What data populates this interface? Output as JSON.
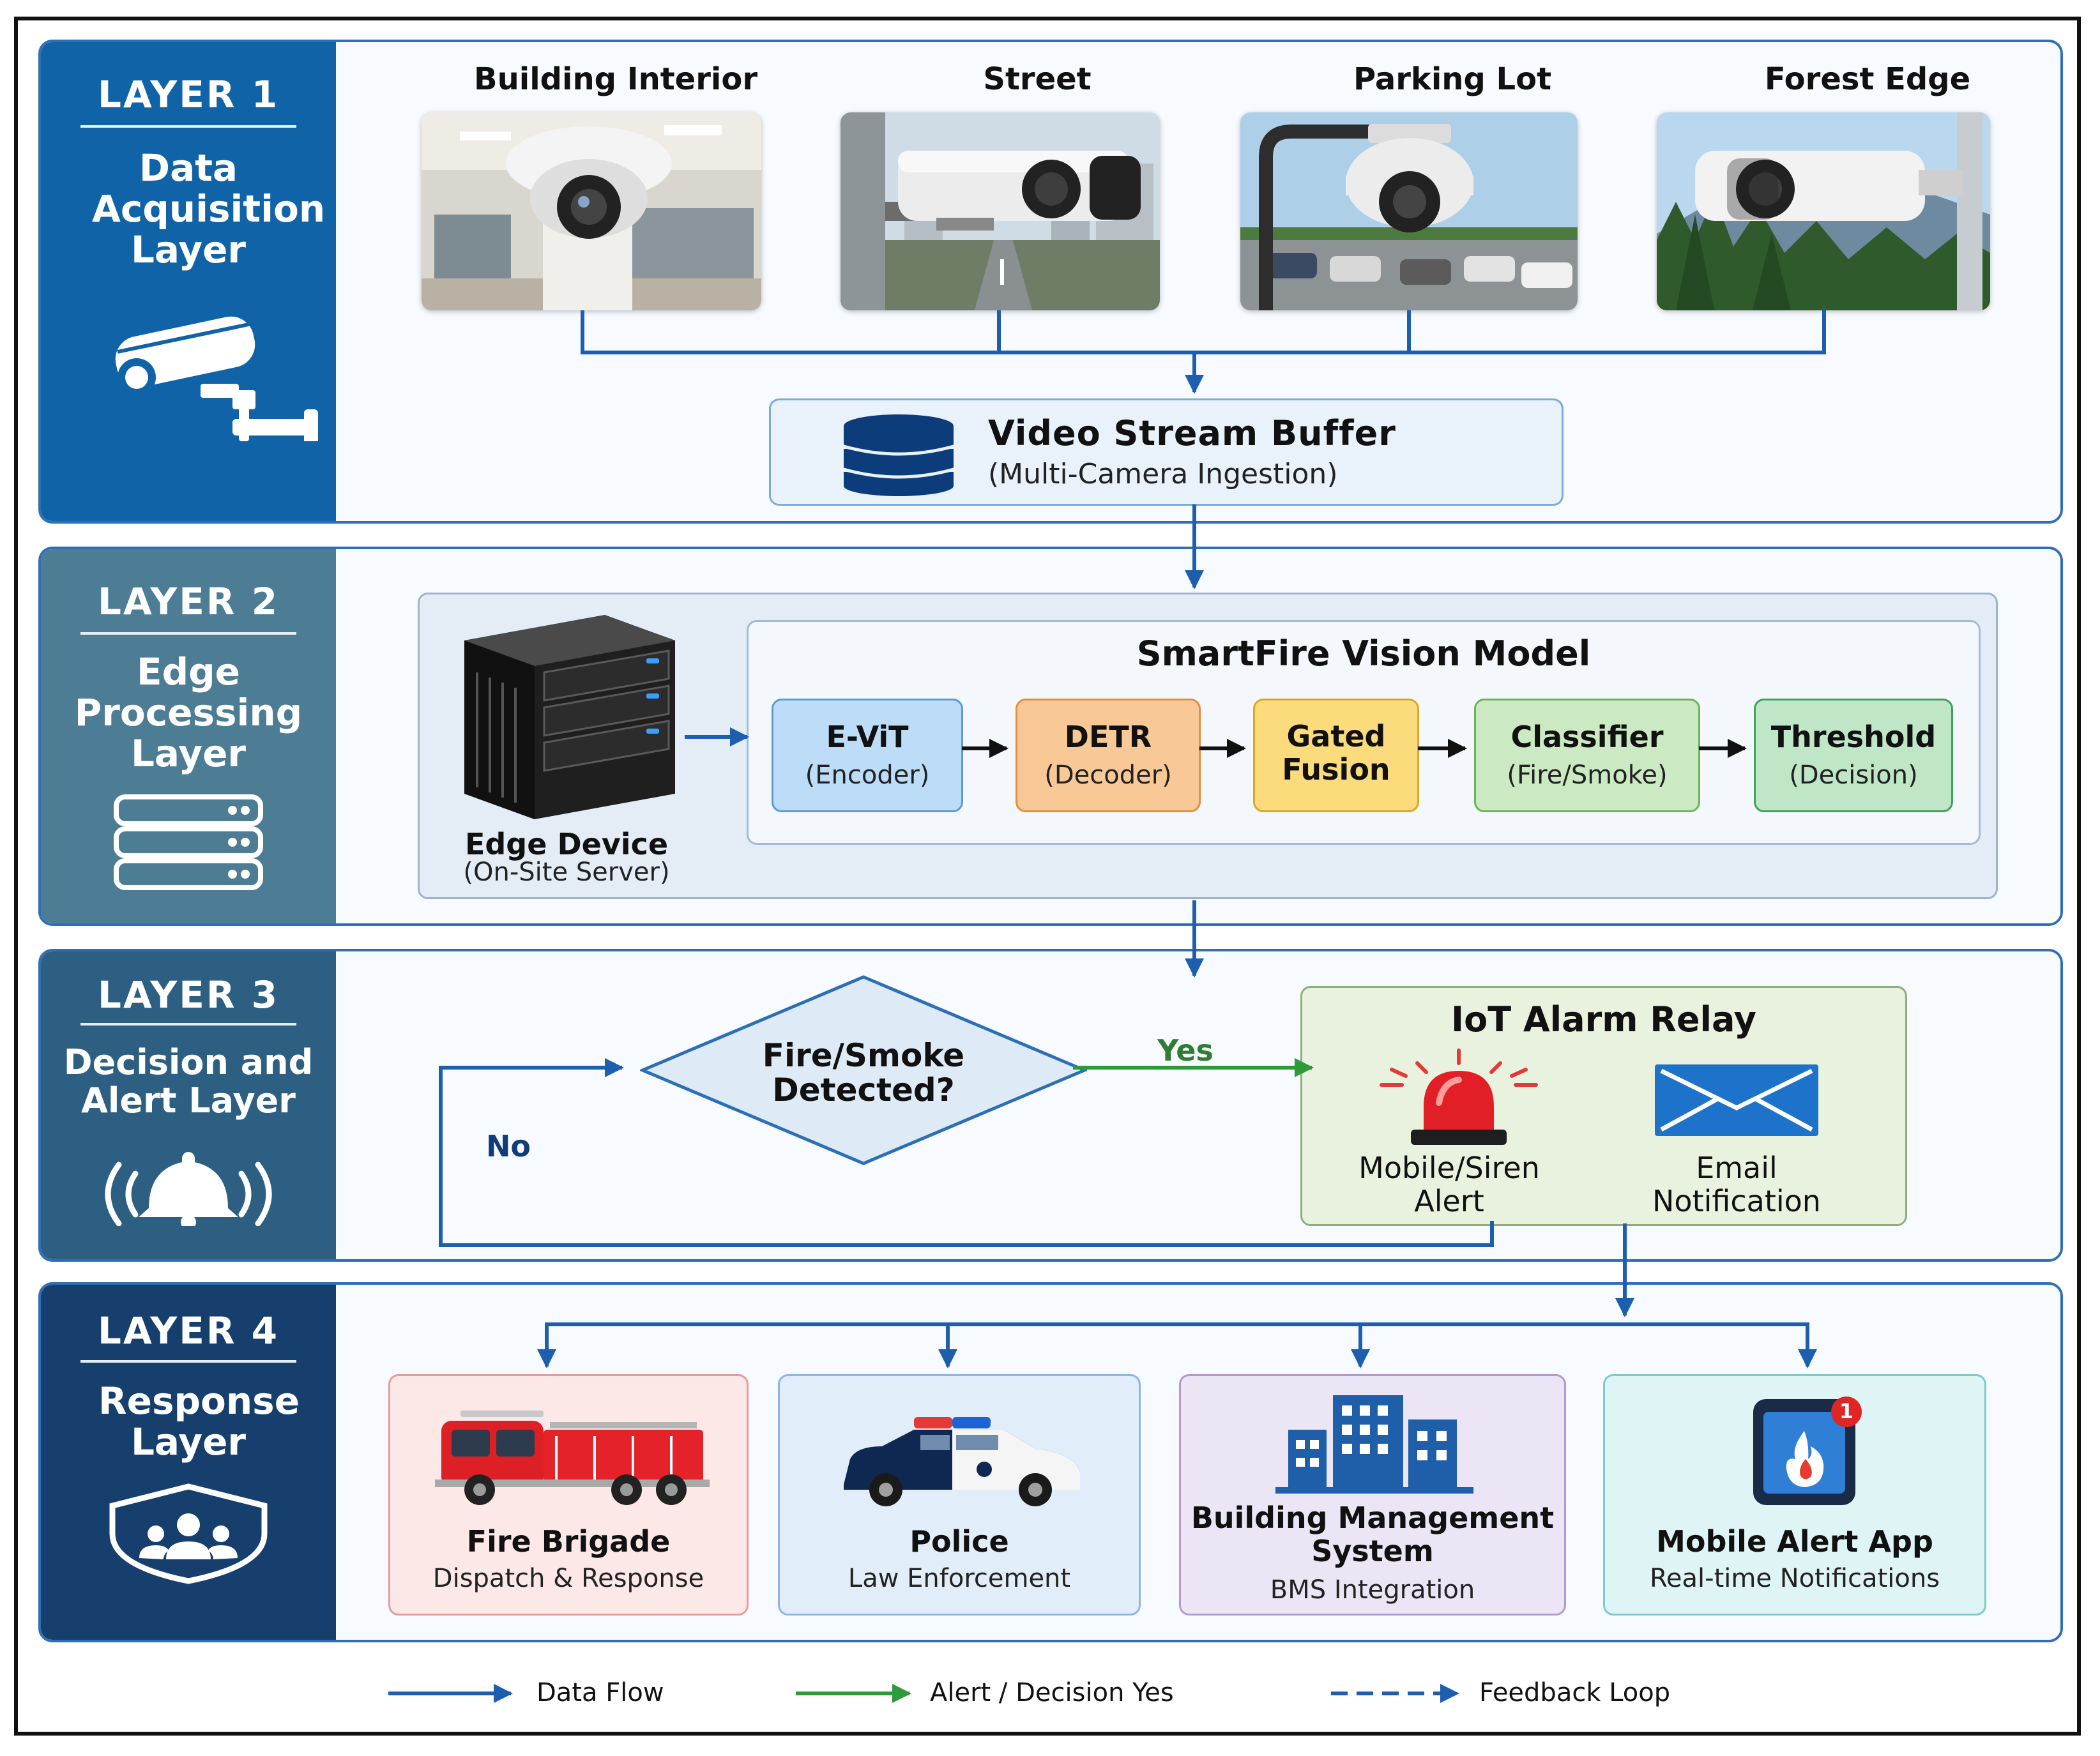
{
  "layers": [
    {
      "label": "LAYER 1",
      "name": "Data Acquisition Layer"
    },
    {
      "label": "LAYER 2",
      "name": "Edge Processing Layer"
    },
    {
      "label": "LAYER 3",
      "name": "Decision and Alert Layer"
    },
    {
      "label": "LAYER 4",
      "name": "Response Layer"
    }
  ],
  "cameras": [
    {
      "title": "Building Interior"
    },
    {
      "title": "Street"
    },
    {
      "title": "Parking Lot"
    },
    {
      "title": "Forest Edge"
    }
  ],
  "buffer": {
    "title": "Video Stream Buffer",
    "subtitle": "(Multi-Camera Ingestion)"
  },
  "edge_device": {
    "title": "Edge Device",
    "subtitle": "(On-Site Server)"
  },
  "model": {
    "title": "SmartFire Vision Model",
    "stages": [
      {
        "title": "E-ViT",
        "subtitle": "(Encoder)"
      },
      {
        "title": "DETR",
        "subtitle": "(Decoder)"
      },
      {
        "title": "Gated Fusion",
        "subtitle": ""
      },
      {
        "title": "Classifier",
        "subtitle": "(Fire/Smoke)"
      },
      {
        "title": "Threshold",
        "subtitle": "(Decision)"
      }
    ]
  },
  "decision": {
    "question_line1": "Fire/Smoke",
    "question_line2": "Detected?",
    "yes_label": "Yes",
    "no_label": "No"
  },
  "iot": {
    "title": "IoT Alarm Relay",
    "siren_line1": "Mobile/Siren",
    "siren_line2": "Alert",
    "email_line1": "Email",
    "email_line2": "Notification"
  },
  "responders": [
    {
      "title": "Fire Brigade",
      "subtitle": "Dispatch & Response"
    },
    {
      "title": "Police",
      "subtitle": "Law Enforcement"
    },
    {
      "title": "Building Management System",
      "subtitle": "BMS Integration"
    },
    {
      "title": "Mobile Alert App",
      "subtitle": "Real-time Notifications",
      "badge": "1"
    }
  ],
  "legend": [
    {
      "label": "Data Flow"
    },
    {
      "label": "Alert / Decision Yes"
    },
    {
      "label": "Feedback Loop"
    }
  ],
  "colors": {
    "flow": "#1d5fae",
    "alert": "#2e9a3a",
    "layer1": "#1163a8",
    "layer2": "#4d7c95",
    "layer3": "#2c5f82",
    "layer4": "#173f6e"
  }
}
